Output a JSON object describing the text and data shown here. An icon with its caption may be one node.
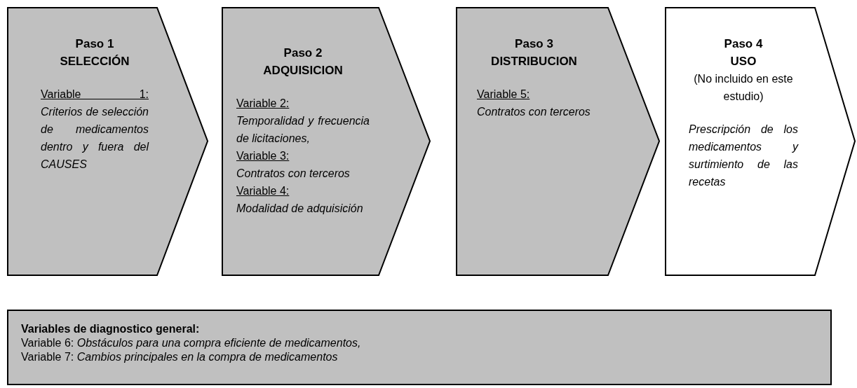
{
  "diagram": {
    "nodes": [
      {
        "text": [
          "Paso 1",
          "SELECCIÓN",
          "Variable 1:",
          "Criterios de selección de medicamentos dentro y fuera del CAUSES"
        ]
      },
      {
        "text": [
          "Paso 2",
          "ADQUISICION",
          "Variable 2:",
          "Temporalidad y frecuencia de licitaciones,",
          "Variable 3:",
          "Contratos con terceros",
          "Variable 4:",
          "Modalidad de adquisición"
        ]
      },
      {
        "text": [
          "Paso 3",
          "DISTRIBUCION",
          "Variable 5:",
          "Contratos con terceros"
        ]
      },
      {
        "text": [
          "Paso 4",
          "USO",
          "(No incluido en este estudio)",
          "Prescripción de los medicamentos y surtimiento de las recetas"
        ]
      },
      {
        "text": [
          "Variables de diagnostico general:",
          "Variable 6: *Obstáculos para una compra eficiente de medicamentos,*",
          "Variable 7: *Cambios principales en la compra de medicamentos*"
        ]
      }
    ]
  }
}
